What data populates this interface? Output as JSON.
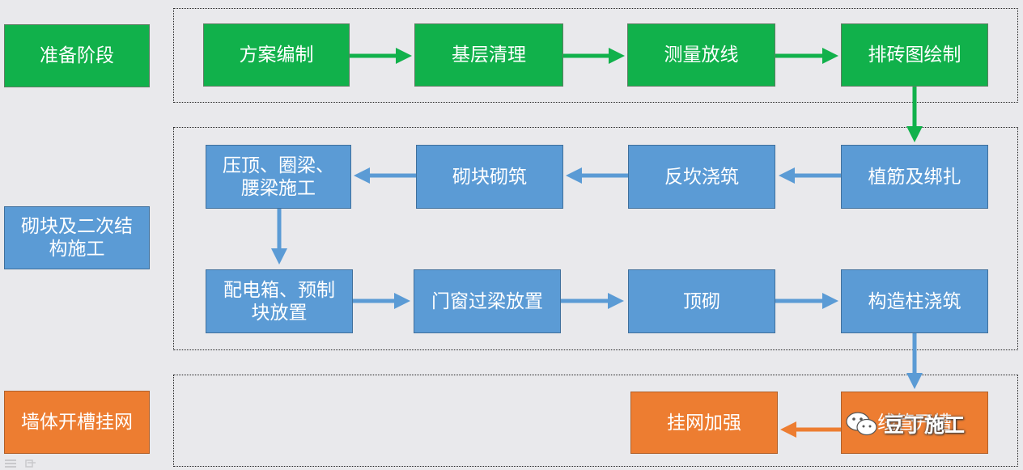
{
  "colors": {
    "green": "#11b14b",
    "blue": "#5b9bd5",
    "orange": "#ed7d31"
  },
  "phases": [
    {
      "label": "准备阶段"
    },
    {
      "label": "砌块及二次结构施工"
    },
    {
      "label": "墙体开槽挂网"
    }
  ],
  "steps": {
    "prep": [
      "方案编制",
      "基层清理",
      "测量放线",
      "排砖图绘制"
    ],
    "masonry_row1": [
      "植筋及绑扎",
      "反坎浇筑",
      "砌块砌筑",
      "压顶、圈梁、腰梁施工"
    ],
    "masonry_row2": [
      "配电箱、预制块放置",
      "门窗过梁放置",
      "顶砌",
      "构造柱浇筑"
    ],
    "wall": [
      "线管开槽",
      "挂网加强"
    ]
  },
  "watermark": {
    "text": "豆丁施工",
    "icon": "wechat-icon"
  }
}
